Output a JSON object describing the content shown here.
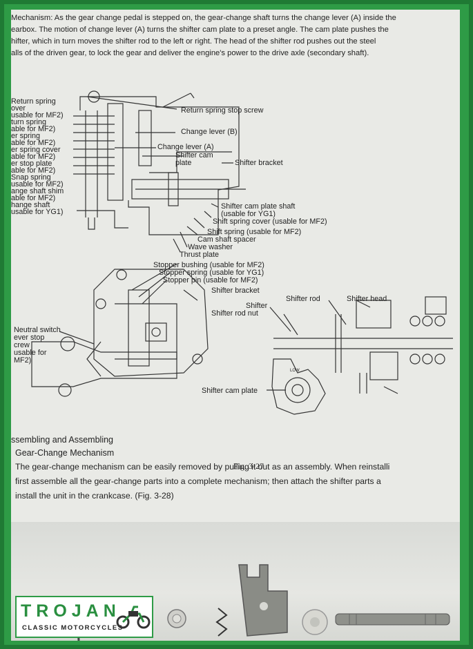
{
  "intro": {
    "lines": [
      "Mechanism: As the gear change pedal is stepped on, the gear-change shaft turns the change lever (A) inside the",
      "earbox. The motion of change lever (A) turns the shifter cam plate to a preset angle. The cam plate pushes the",
      "hifter, which in turn moves the shifter rod to the left or right. The head of the shifter rod pushes out the steel",
      "alls of the driven gear, to lock the gear and deliver the engine's power to the drive axle (secondary shaft)."
    ]
  },
  "figure": {
    "caption": "Fig. 3-27",
    "left_labels": [
      "Return spring",
      "over",
      "usable for MF2)",
      "turn spring",
      "able for MF2)",
      "er spring",
      "able for MF2)",
      "er spring cover",
      "able for MF2)",
      "er stop plate",
      "able for MF2)",
      "Snap spring",
      "usable for MF2)",
      "ange shaft shim",
      "able for MF2)",
      "hange shaft",
      "usable for YG1)"
    ],
    "upper_right_labels": [
      "Return spring stop screw",
      "Change lever (B)",
      "Change lever (A)",
      "Shifter cam",
      "plate",
      "Shifter bracket",
      "Shifter cam plate shaft",
      "(usable for YG1)",
      "Shift spring cover (usable for MF2)",
      "Shift spring (usable for MF2)",
      "Cam shaft spacer",
      "Wave washer",
      "Thrust plate"
    ],
    "middle_labels": [
      "Stopper bushing (usable for MF2)",
      "Stopper spring (usable for YG1)",
      "Stopper pin (usable for MF2)",
      "Shifter bracket"
    ],
    "lower_left_labels": [
      "Neutral switch",
      "ever stop",
      "crew",
      "usable for",
      "MF2)"
    ],
    "lower_right_labels": [
      "Shifter rod",
      "Shifter head",
      "Shifter",
      "Shifter rod nut",
      "Shifter cam plate",
      "LOW"
    ]
  },
  "section": {
    "heading": "ssembling and Assembling",
    "subheading": "Gear-Change Mechanism",
    "body": [
      "The gear-change mechanism can be easily removed by pulling it out as an assembly. When reinstalli",
      "first assemble all the gear-change parts into a complete mechanism; then attach the shifter parts a",
      "install the unit in the crankcase. (Fig. 3-28)"
    ]
  },
  "logo": {
    "name": "TROJAN",
    "tagline": "CLASSIC MOTORCYCLES",
    "brand_color": "#2a8f40"
  }
}
